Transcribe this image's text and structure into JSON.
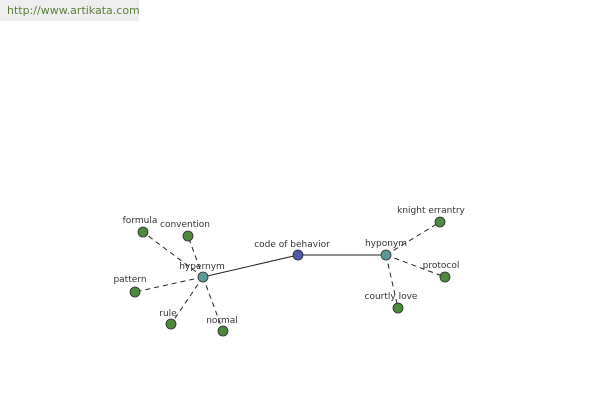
{
  "watermark": {
    "url": "http://www.artikata.com"
  },
  "colors": {
    "central_node": "#4d5aa8",
    "relation_node": "#5a9a9a",
    "leaf_node": "#4e8a3e",
    "edge": "#222222",
    "label": "#333333"
  },
  "graph": {
    "central": {
      "label": "code of behavior"
    },
    "relations": [
      {
        "label": "hypernym",
        "leaves": [
          {
            "label": "formula"
          },
          {
            "label": "convention"
          },
          {
            "label": "pattern"
          },
          {
            "label": "rule"
          },
          {
            "label": "normal"
          }
        ]
      },
      {
        "label": "hyponym",
        "leaves": [
          {
            "label": "knight errantry"
          },
          {
            "label": "protocol"
          },
          {
            "label": "courtly love"
          }
        ]
      }
    ]
  }
}
